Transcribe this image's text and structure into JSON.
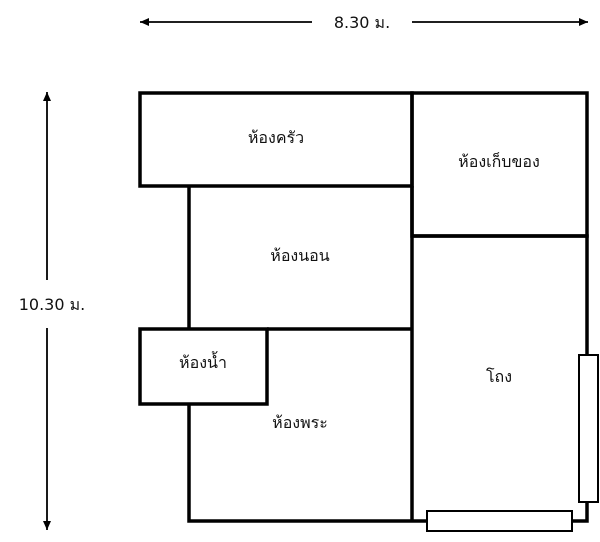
{
  "dimensions": {
    "width_label": "8.30 ม.",
    "height_label": "10.30 ม."
  },
  "rooms": {
    "kitchen": "ห้องครัว",
    "storage": "ห้องเก็บของ",
    "bedroom": "ห้องนอน",
    "bathroom": "ห้องน้ำ",
    "shrine": "ห้องพระ",
    "hall": "โถง"
  },
  "colors": {
    "wall": "#000000",
    "background": "#ffffff",
    "text": "#111111"
  }
}
